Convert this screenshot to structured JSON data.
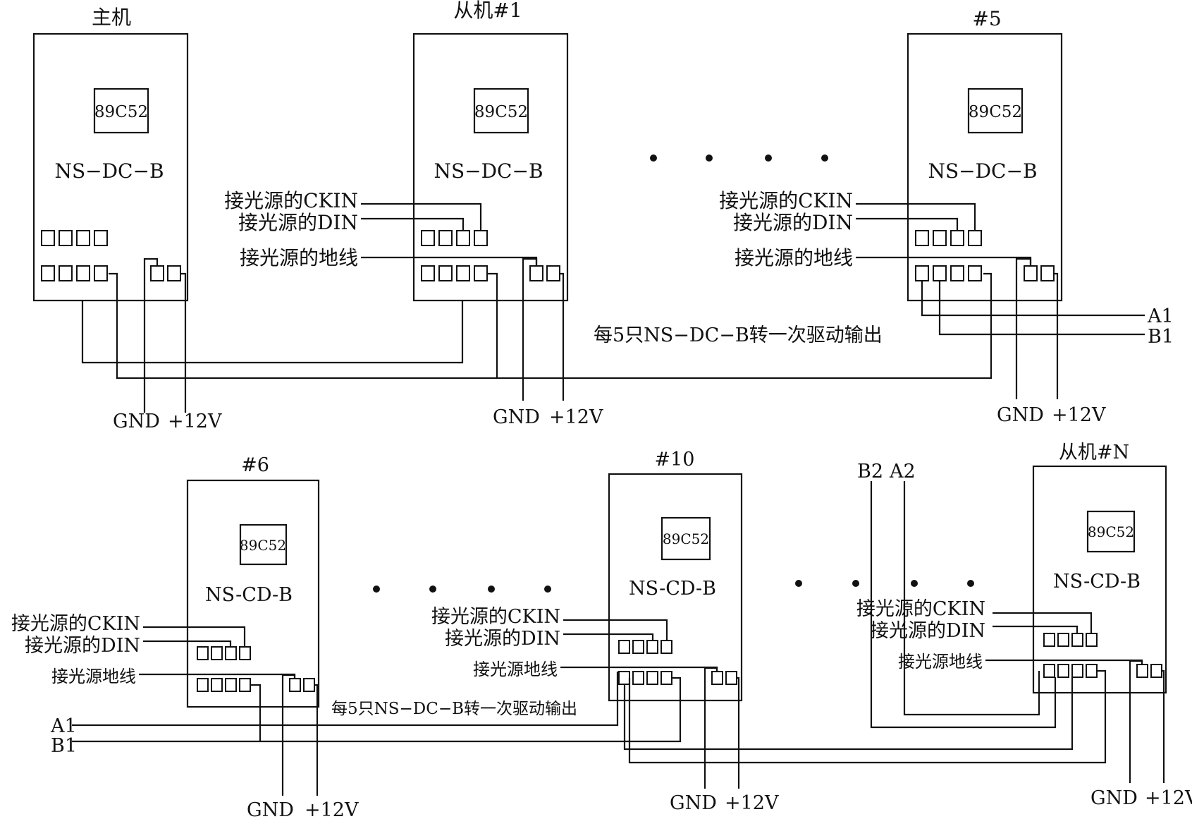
{
  "labels": {
    "master": "主机",
    "slave1": "从机#1",
    "n5": "#5",
    "n6": "#6",
    "n10": "#10",
    "slaveN": "从机#N",
    "chip": "89C52",
    "model_dc": "NS−DC−B",
    "model_cd": "NS-CD-B",
    "ckin": "接光源的CKIN",
    "din": "接光源的DIN",
    "gnd_wire": "接光源的地线",
    "gnd_wire_short": "接光源地线",
    "gnd": "GND",
    "p12v": "+12V",
    "a1": "A1",
    "b1": "B1",
    "a2": "A2",
    "b2": "B2",
    "note": "每5只NS−DC−B转一次驱动输出"
  },
  "colors": {
    "line": "#111111",
    "background": "#ffffff"
  }
}
